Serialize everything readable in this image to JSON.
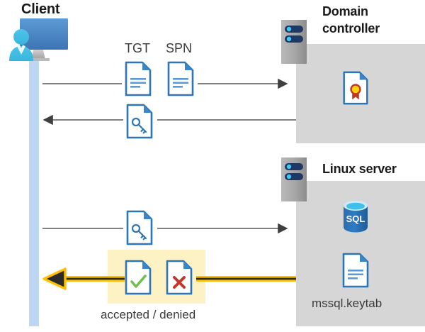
{
  "diagram": {
    "title_client": "Client",
    "title_domain_controller": "Domain controller",
    "title_linux_server": "Linux server",
    "labels": {
      "tgt": "TGT",
      "spn": "SPN",
      "accepted_denied": "accepted / denied",
      "keytab": "mssql.keytab"
    },
    "icons": {
      "client": "client-workstation-icon",
      "domain_controller_server": "server-rack-icon",
      "linux_server": "server-rack-icon",
      "certificate": "certificate-document-icon",
      "sql_database": "sql-database-icon",
      "keytab_document": "document-icon",
      "tgt_document": "document-icon",
      "spn_document": "document-icon",
      "ticket_key": "key-document-icon",
      "service_ticket_key": "key-document-icon",
      "accepted": "document-check-icon",
      "denied": "document-cross-icon"
    },
    "flows": [
      {
        "name": "request-tgt-spn",
        "direction": "client-to-domain-controller",
        "style": "thin-gray-arrow"
      },
      {
        "name": "return-ticket",
        "direction": "domain-controller-to-client",
        "style": "thin-gray-arrow"
      },
      {
        "name": "present-service-ticket",
        "direction": "client-to-linux-server",
        "style": "thin-gray-arrow"
      },
      {
        "name": "auth-result",
        "direction": "linux-server-to-client",
        "style": "thick-yellow-arrow"
      }
    ],
    "colors": {
      "panel_gray": "#d6d6d6",
      "lifeline_blue": "#bdd7f2",
      "highlight_yellow": "#fdf2c4",
      "arrow_gray": "#595959",
      "arrow_yellow": "#ffc000",
      "accent_blue": "#2e75b6",
      "doc_fold_blue": "#3a86c8",
      "check_green": "#70c050",
      "cross_red": "#c0392b",
      "title_dark": "#1a1a1a"
    }
  }
}
